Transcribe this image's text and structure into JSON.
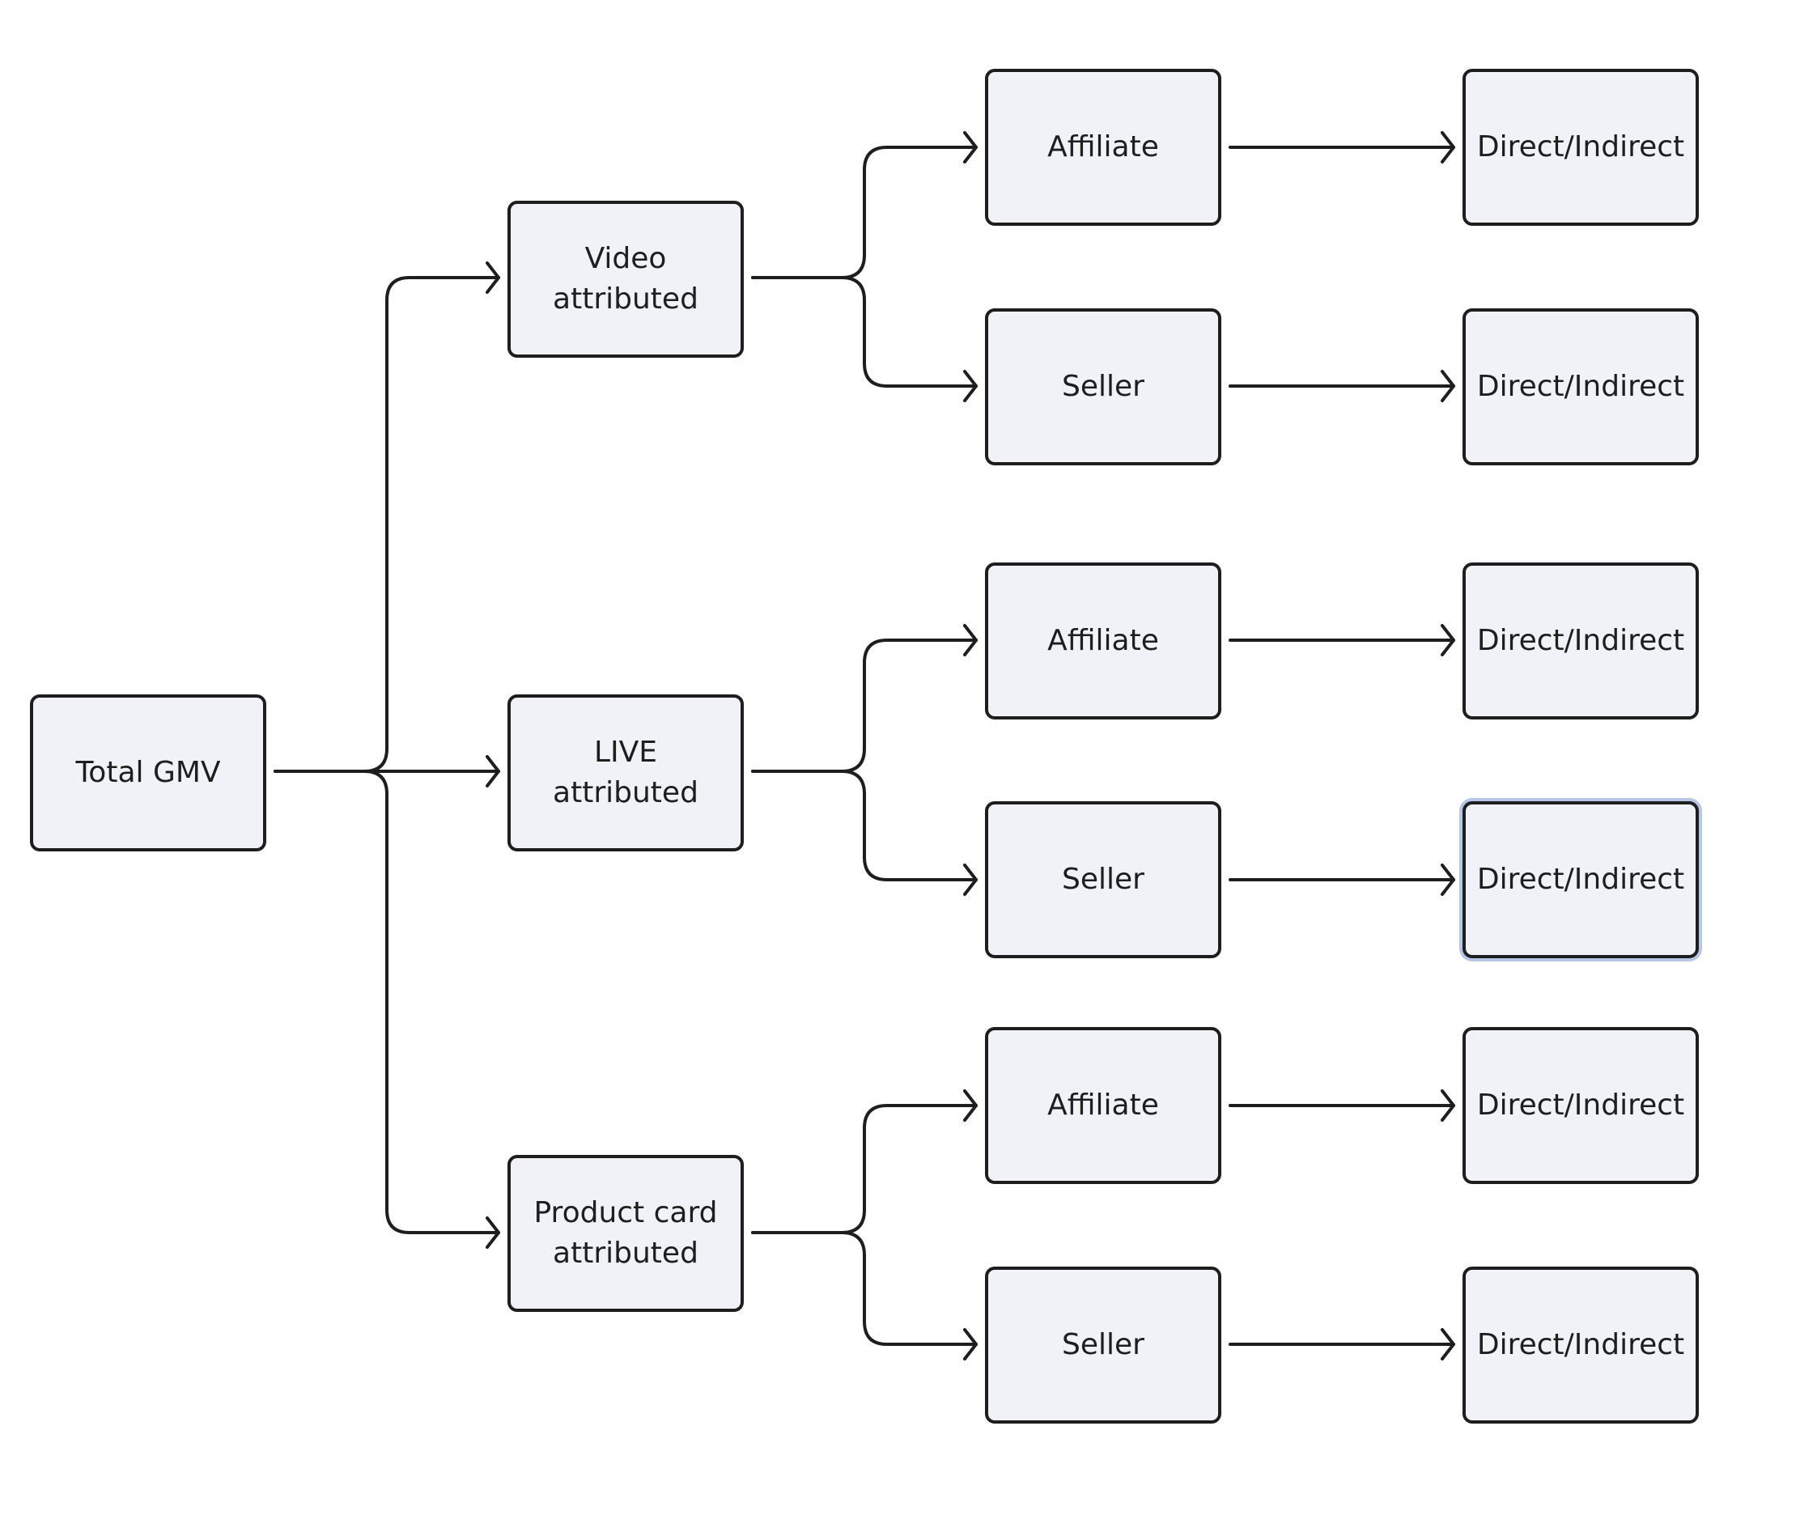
{
  "colors": {
    "node_fill": "#f0f2f7",
    "node_border": "#1e1e1e",
    "connector": "#1e1e1e",
    "selection_halo": "#b8c6e6"
  },
  "root": {
    "label": "Total GMV"
  },
  "channels": [
    {
      "label": "Video attributed",
      "sources": [
        {
          "label": "Affiliate",
          "leaf": "Direct/Indirect"
        },
        {
          "label": "Seller",
          "leaf": "Direct/Indirect"
        }
      ]
    },
    {
      "label": "LIVE attributed",
      "sources": [
        {
          "label": "Affiliate",
          "leaf": "Direct/Indirect"
        },
        {
          "label": "Seller",
          "leaf": "Direct/Indirect"
        }
      ]
    },
    {
      "label": "Product card attributed",
      "sources": [
        {
          "label": "Affiliate",
          "leaf": "Direct/Indirect"
        },
        {
          "label": "Seller",
          "leaf": "Direct/Indirect"
        }
      ]
    }
  ]
}
